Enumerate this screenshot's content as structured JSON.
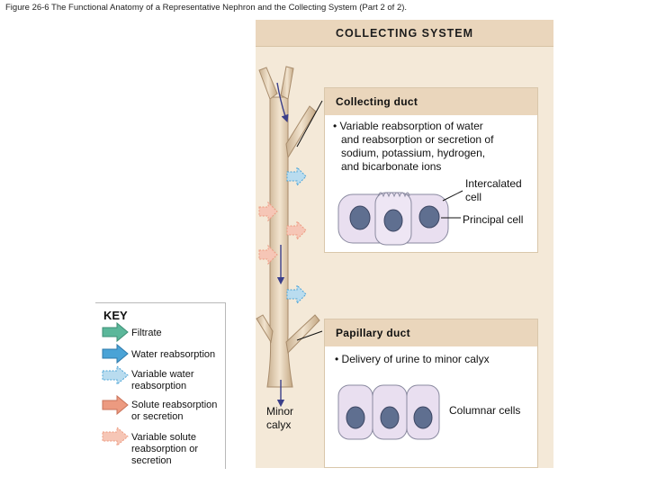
{
  "figure_title": "Figure 26-6 The Functional Anatomy of a Representative Nephron and the Collecting System (Part 2 of 2).",
  "panel_title": "COLLECTING SYSTEM",
  "collecting_duct": {
    "title": "Collecting duct",
    "bullet": "• Variable reabsorption of water",
    "lines": [
      "and reabsorption or secretion of",
      "sodium, potassium, hydrogen,",
      "and bicarbonate ions"
    ],
    "intercalated_label": [
      "Intercalated",
      "cell"
    ],
    "principal_label": "Principal cell"
  },
  "papillary_duct": {
    "title": "Papillary duct",
    "bullet": "• Delivery of urine to minor calyx",
    "columnar_label": "Columnar cells"
  },
  "minor_calyx": [
    "Minor",
    "calyx"
  ],
  "key": {
    "title": "KEY",
    "items": [
      {
        "lines": [
          "Filtrate"
        ]
      },
      {
        "lines": [
          "Water reabsorption"
        ]
      },
      {
        "lines": [
          "Variable water",
          "reabsorption"
        ]
      },
      {
        "lines": [
          "Solute reabsorption",
          "or secretion"
        ]
      },
      {
        "lines": [
          "Variable solute",
          "reabsorption or",
          "secretion"
        ]
      }
    ]
  },
  "colors": {
    "panel_bg": "#f4e9d8",
    "header_bg": "#ead6bc",
    "filtrate": "#5bb79a",
    "water": "#4aa3d6",
    "solute": "#ec9a80",
    "cell_fill": "#e9dff0",
    "nucleus": "#5f6f90"
  }
}
